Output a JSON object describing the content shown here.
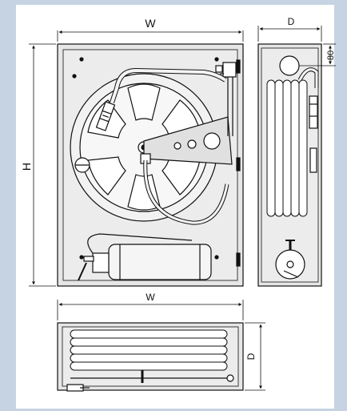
{
  "dimensions": {
    "front_width": "W",
    "front_height": "H",
    "side_depth": "D",
    "side_offset": "80",
    "top_width": "W",
    "top_depth": "D"
  },
  "colors": {
    "background": "#c6d3e3",
    "paper": "#ffffff",
    "line": "#111111",
    "cabinet_fill": "#e6e6e6"
  }
}
